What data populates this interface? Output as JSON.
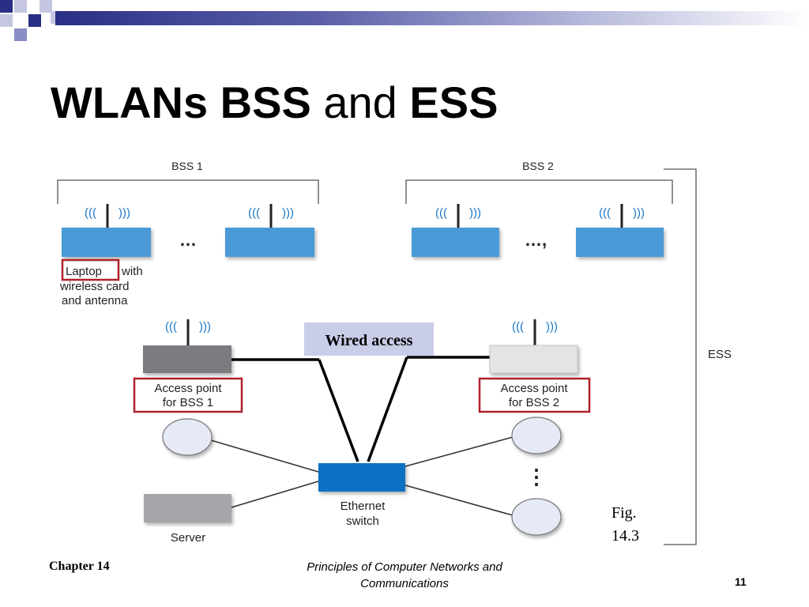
{
  "slide": {
    "title_part1": "WLANs BSS",
    "title_part2": "and",
    "title_part3": "ESS"
  },
  "diagram": {
    "bss1_label": "BSS 1",
    "bss2_label": "BSS 2",
    "ess_label": "ESS",
    "signal_left": "(((",
    "signal_right": ")))",
    "ellipsis_bss1": "…",
    "ellipsis_bss2": "…,",
    "laptop_word": "Laptop",
    "laptop_with": "with",
    "laptop_line2": "wireless card",
    "laptop_line3": "and antenna",
    "wired_access": "Wired access",
    "ap1_line1": "Access point",
    "ap1_line2": "for BSS 1",
    "ap2_line1": "Access point",
    "ap2_line2": "for BSS 2",
    "switch_line1": "Ethernet",
    "switch_line2": "switch",
    "server_label": "Server",
    "vertical_dots": "⋮",
    "fig_line1": "Fig.",
    "fig_line2": "14.3",
    "colors": {
      "laptop_blue": "#4a9ad6",
      "switch_blue": "#0a6fc4",
      "ap1_gray": "#7a7c80",
      "ap2_light": "#e3e4e6",
      "server_gray": "#a4a6aa",
      "node_fill": "#e6eaf6",
      "highlight_red": "#b0202a",
      "wired_box": "#c9cde8",
      "signal_blue": "#1a77c6"
    }
  },
  "footer": {
    "chapter": "Chapter 14",
    "book_line1": "Principles of Computer Networks and",
    "book_line2": "Communications",
    "page_number": "11"
  }
}
